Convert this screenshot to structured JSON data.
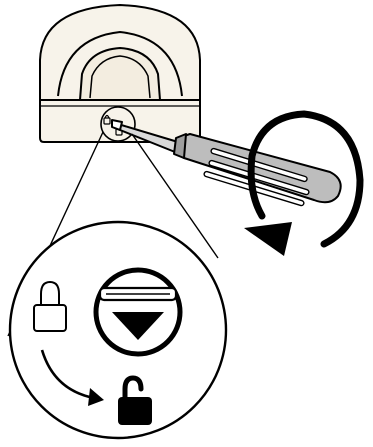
{
  "diagram": {
    "kind": "instruction-illustration",
    "steps": [
      {
        "id": "device-housing",
        "icon": "camera-dome-housing"
      },
      {
        "id": "screwdriver",
        "icon": "screwdriver-icon"
      },
      {
        "id": "rotation",
        "icon": "rotate-clockwise-arrow-icon",
        "direction": "clockwise"
      },
      {
        "id": "magnified-latch",
        "icon": "magnifier-callout"
      },
      {
        "id": "locked",
        "icon": "padlock-closed-icon",
        "state": "locked"
      },
      {
        "id": "unlocked",
        "icon": "padlock-open-icon",
        "state": "unlocked"
      },
      {
        "id": "transition",
        "icon": "curved-arrow-icon"
      },
      {
        "id": "latch-button",
        "icon": "down-triangle-button-icon"
      }
    ],
    "colors": {
      "stroke": "#000000",
      "housing_fill": "#f7f3ea",
      "screwdriver_fill": "#bdbdbd",
      "background": "#ffffff"
    }
  }
}
